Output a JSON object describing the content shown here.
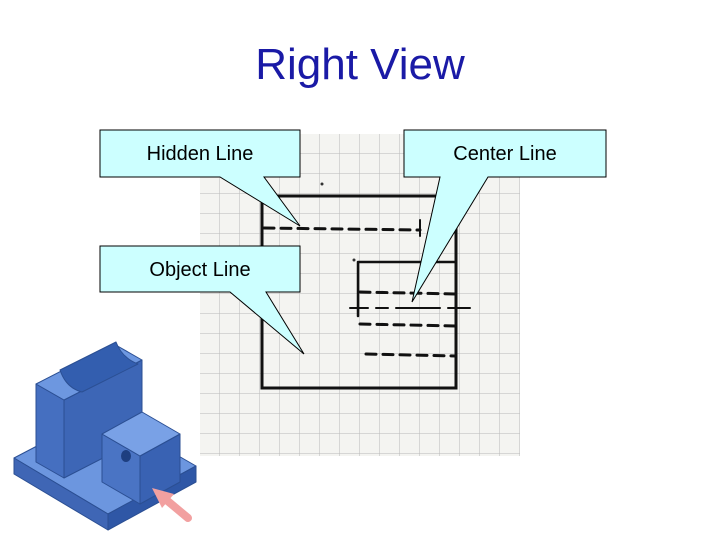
{
  "slide": {
    "title": "Right View"
  },
  "callouts": {
    "hidden_line": "Hidden Line",
    "center_line": "Center Line",
    "object_line": "Object Line"
  },
  "colors": {
    "title": "#1a1aa6",
    "callout_fill": "#ccffff",
    "grid_line": "#b9b9b9",
    "paper": "#f4f4f1",
    "model_blue": "#4f7ac7",
    "arrow": "#f2a0a0"
  },
  "icons": {
    "model": "isometric-part-icon",
    "arrow": "view-direction-arrow-icon"
  }
}
